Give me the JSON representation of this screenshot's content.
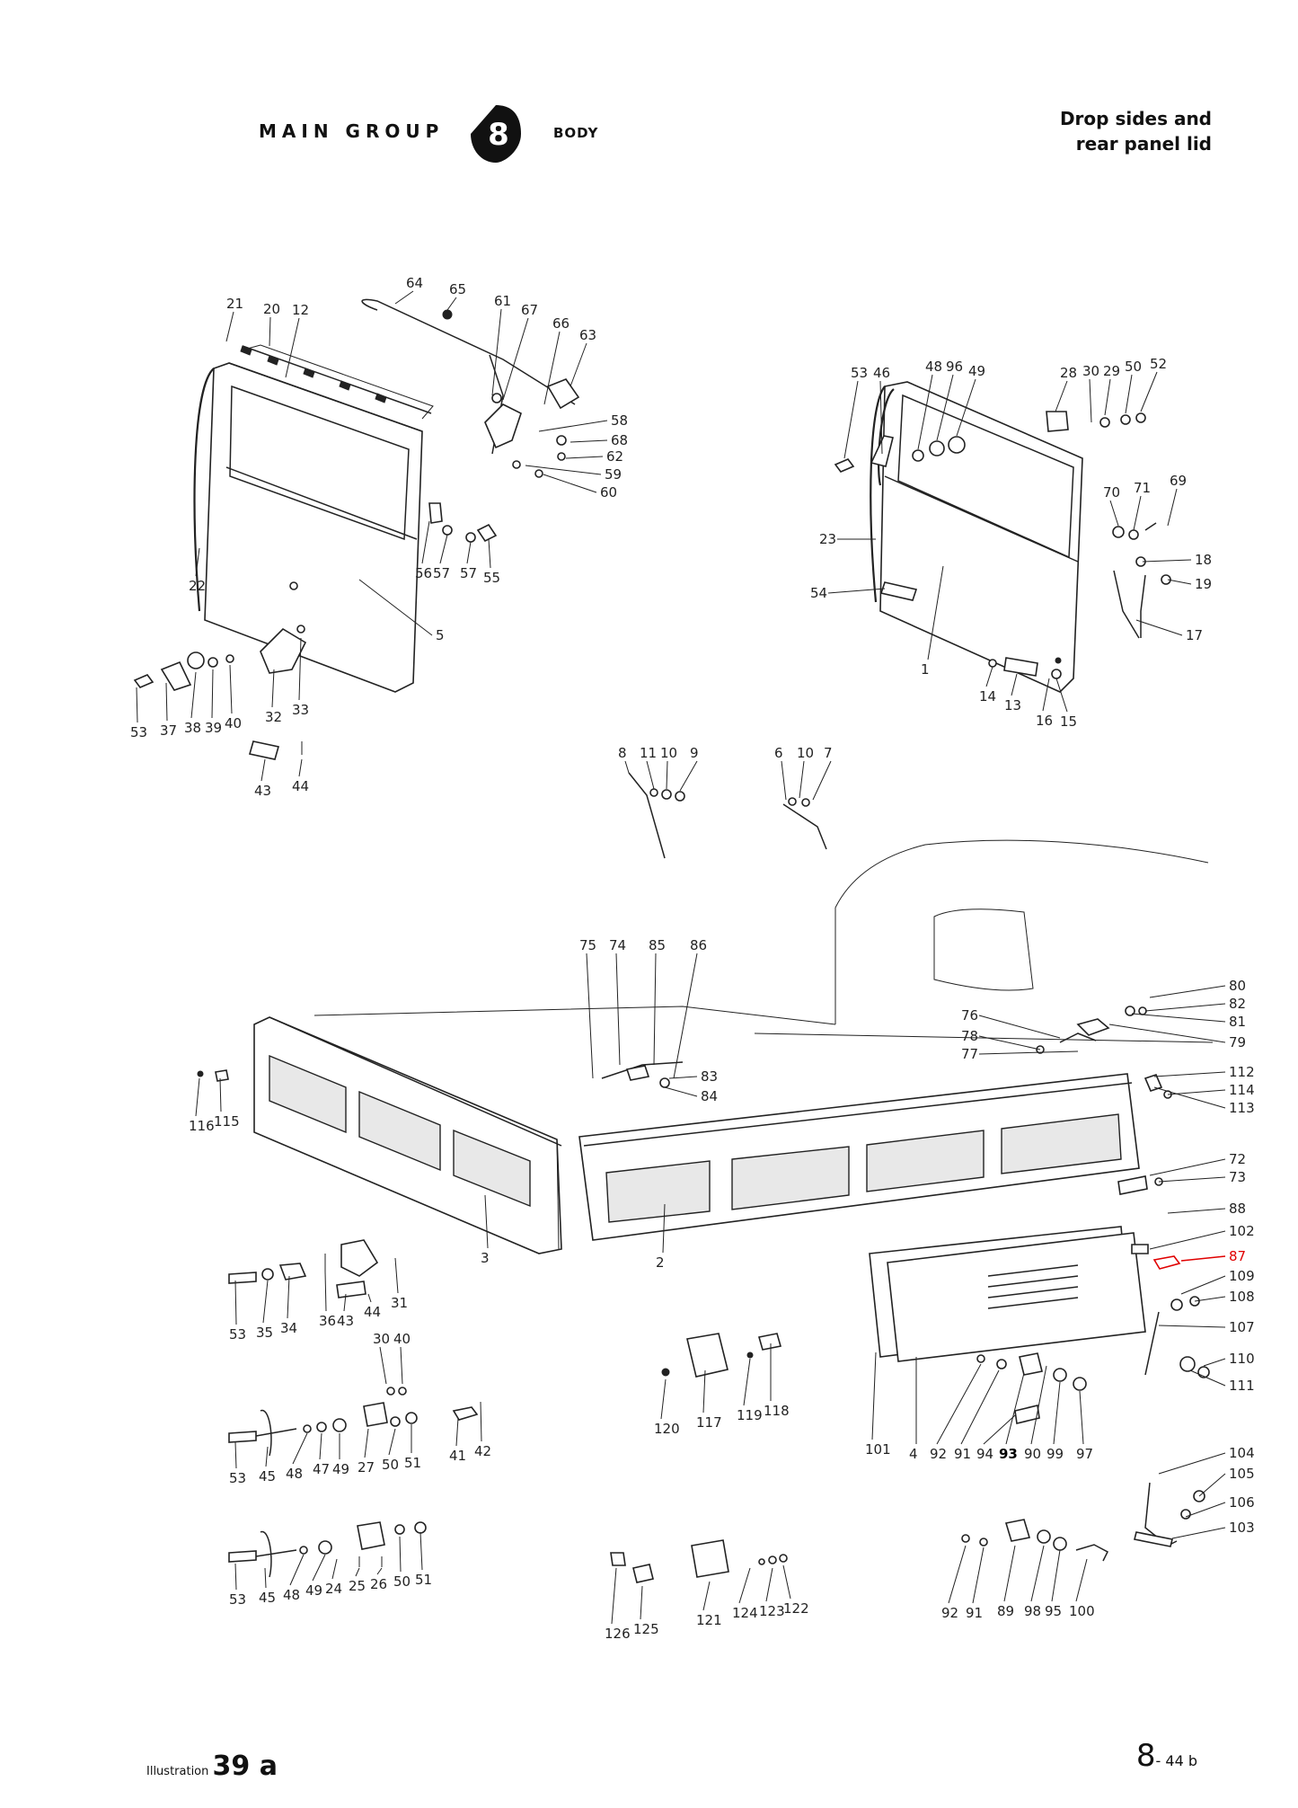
{
  "header": {
    "main_group": "MAIN GROUP",
    "group_number": "8",
    "group_name": "BODY",
    "title_line1": "Drop sides and",
    "title_line2": "rear panel lid"
  },
  "footer": {
    "illustration_word": "Illustration",
    "illustration_number": "39 a",
    "page_main": "8",
    "page_sub": "- 44 b"
  },
  "highlight_color": "#e00000",
  "parts": [
    {
      "id": "p21a",
      "text": "21"
    },
    {
      "id": "p20a",
      "text": "20"
    },
    {
      "id": "p12a",
      "text": "12"
    },
    {
      "id": "p64",
      "text": "64"
    },
    {
      "id": "p65",
      "text": "65"
    },
    {
      "id": "p61",
      "text": "61"
    },
    {
      "id": "p67",
      "text": "67"
    },
    {
      "id": "p66",
      "text": "66"
    },
    {
      "id": "p63",
      "text": "63"
    },
    {
      "id": "p58",
      "text": "58"
    },
    {
      "id": "p68",
      "text": "68"
    },
    {
      "id": "p62",
      "text": "62"
    },
    {
      "id": "p59",
      "text": "59"
    },
    {
      "id": "p60",
      "text": "60"
    },
    {
      "id": "p22",
      "text": "22"
    },
    {
      "id": "p5",
      "text": "5"
    },
    {
      "id": "p56",
      "text": "56"
    },
    {
      "id": "p57a",
      "text": "57"
    },
    {
      "id": "p57b",
      "text": "57"
    },
    {
      "id": "p55",
      "text": "55"
    },
    {
      "id": "p53a",
      "text": "53"
    },
    {
      "id": "p37",
      "text": "37"
    },
    {
      "id": "p38a",
      "text": "38"
    },
    {
      "id": "p39",
      "text": "39"
    },
    {
      "id": "p40a",
      "text": "40"
    },
    {
      "id": "p32",
      "text": "32"
    },
    {
      "id": "p33",
      "text": "33"
    },
    {
      "id": "p43a",
      "text": "43"
    },
    {
      "id": "p44a",
      "text": "44"
    },
    {
      "id": "p53b",
      "text": "53"
    },
    {
      "id": "p46",
      "text": "46"
    },
    {
      "id": "p48a",
      "text": "48"
    },
    {
      "id": "p96",
      "text": "96"
    },
    {
      "id": "p49a",
      "text": "49"
    },
    {
      "id": "p28",
      "text": "28"
    },
    {
      "id": "p30a",
      "text": "30"
    },
    {
      "id": "p29",
      "text": "29"
    },
    {
      "id": "p50a",
      "text": "50"
    },
    {
      "id": "p52",
      "text": "52"
    },
    {
      "id": "p69",
      "text": "69"
    },
    {
      "id": "p70",
      "text": "70"
    },
    {
      "id": "p71",
      "text": "71"
    },
    {
      "id": "p23",
      "text": "23"
    },
    {
      "id": "p18",
      "text": "18"
    },
    {
      "id": "p19",
      "text": "19"
    },
    {
      "id": "p54",
      "text": "54"
    },
    {
      "id": "p17",
      "text": "17"
    },
    {
      "id": "p1",
      "text": "1"
    },
    {
      "id": "p14",
      "text": "14"
    },
    {
      "id": "p13",
      "text": "13"
    },
    {
      "id": "p16",
      "text": "16"
    },
    {
      "id": "p15",
      "text": "15"
    },
    {
      "id": "p8",
      "text": "8"
    },
    {
      "id": "p11",
      "text": "11"
    },
    {
      "id": "p10a",
      "text": "10"
    },
    {
      "id": "p9",
      "text": "9"
    },
    {
      "id": "p6",
      "text": "6"
    },
    {
      "id": "p10b",
      "text": "10"
    },
    {
      "id": "p7",
      "text": "7"
    },
    {
      "id": "p75",
      "text": "75"
    },
    {
      "id": "p74",
      "text": "74"
    },
    {
      "id": "p85",
      "text": "85"
    },
    {
      "id": "p86",
      "text": "86"
    },
    {
      "id": "p83",
      "text": "83"
    },
    {
      "id": "p84",
      "text": "84"
    },
    {
      "id": "p80",
      "text": "80"
    },
    {
      "id": "p82",
      "text": "82"
    },
    {
      "id": "p81",
      "text": "81"
    },
    {
      "id": "p76",
      "text": "76"
    },
    {
      "id": "p78",
      "text": "78"
    },
    {
      "id": "p77",
      "text": "77"
    },
    {
      "id": "p79",
      "text": "79"
    },
    {
      "id": "p112",
      "text": "112"
    },
    {
      "id": "p114",
      "text": "114"
    },
    {
      "id": "p113",
      "text": "113"
    },
    {
      "id": "p72",
      "text": "72"
    },
    {
      "id": "p73",
      "text": "73"
    },
    {
      "id": "p88",
      "text": "88"
    },
    {
      "id": "p102",
      "text": "102"
    },
    {
      "id": "p87",
      "text": "87"
    },
    {
      "id": "p109",
      "text": "109"
    },
    {
      "id": "p108",
      "text": "108"
    },
    {
      "id": "p107",
      "text": "107"
    },
    {
      "id": "p110",
      "text": "110"
    },
    {
      "id": "p111",
      "text": "111"
    },
    {
      "id": "p116",
      "text": "116"
    },
    {
      "id": "p115",
      "text": "115"
    },
    {
      "id": "p3",
      "text": "3"
    },
    {
      "id": "p2",
      "text": "2"
    },
    {
      "id": "p53c",
      "text": "53"
    },
    {
      "id": "p35",
      "text": "35"
    },
    {
      "id": "p34",
      "text": "34"
    },
    {
      "id": "p36",
      "text": "36"
    },
    {
      "id": "p43b",
      "text": "43"
    },
    {
      "id": "p44b",
      "text": "44"
    },
    {
      "id": "p31",
      "text": "31"
    },
    {
      "id": "p30b",
      "text": "30"
    },
    {
      "id": "p40b",
      "text": "40"
    },
    {
      "id": "p53d",
      "text": "53"
    },
    {
      "id": "p45a",
      "text": "45"
    },
    {
      "id": "p48b",
      "text": "48"
    },
    {
      "id": "p47",
      "text": "47"
    },
    {
      "id": "p49b",
      "text": "49"
    },
    {
      "id": "p27",
      "text": "27"
    },
    {
      "id": "p50b",
      "text": "50"
    },
    {
      "id": "p51a",
      "text": "51"
    },
    {
      "id": "p41",
      "text": "41"
    },
    {
      "id": "p42",
      "text": "42"
    },
    {
      "id": "p120",
      "text": "120"
    },
    {
      "id": "p117",
      "text": "117"
    },
    {
      "id": "p119",
      "text": "119"
    },
    {
      "id": "p118",
      "text": "118"
    },
    {
      "id": "p101",
      "text": "101"
    },
    {
      "id": "p4",
      "text": "4"
    },
    {
      "id": "p92a",
      "text": "92"
    },
    {
      "id": "p91a",
      "text": "91"
    },
    {
      "id": "p94",
      "text": "94"
    },
    {
      "id": "p93",
      "text": "93"
    },
    {
      "id": "p90",
      "text": "90"
    },
    {
      "id": "p99",
      "text": "99"
    },
    {
      "id": "p97",
      "text": "97"
    },
    {
      "id": "p104",
      "text": "104"
    },
    {
      "id": "p105",
      "text": "105"
    },
    {
      "id": "p106",
      "text": "106"
    },
    {
      "id": "p103",
      "text": "103"
    },
    {
      "id": "p53e",
      "text": "53"
    },
    {
      "id": "p45b",
      "text": "45"
    },
    {
      "id": "p48c",
      "text": "48"
    },
    {
      "id": "p49c",
      "text": "49"
    },
    {
      "id": "p24",
      "text": "24"
    },
    {
      "id": "p25",
      "text": "25"
    },
    {
      "id": "p26",
      "text": "26"
    },
    {
      "id": "p50c",
      "text": "50"
    },
    {
      "id": "p51b",
      "text": "51"
    },
    {
      "id": "p126",
      "text": "126"
    },
    {
      "id": "p125",
      "text": "125"
    },
    {
      "id": "p121",
      "text": "121"
    },
    {
      "id": "p124",
      "text": "124"
    },
    {
      "id": "p123",
      "text": "123"
    },
    {
      "id": "p122",
      "text": "122"
    },
    {
      "id": "p92b",
      "text": "92"
    },
    {
      "id": "p91b",
      "text": "91"
    },
    {
      "id": "p89",
      "text": "89"
    },
    {
      "id": "p98",
      "text": "98"
    },
    {
      "id": "p95",
      "text": "95"
    },
    {
      "id": "p100",
      "text": "100"
    }
  ]
}
